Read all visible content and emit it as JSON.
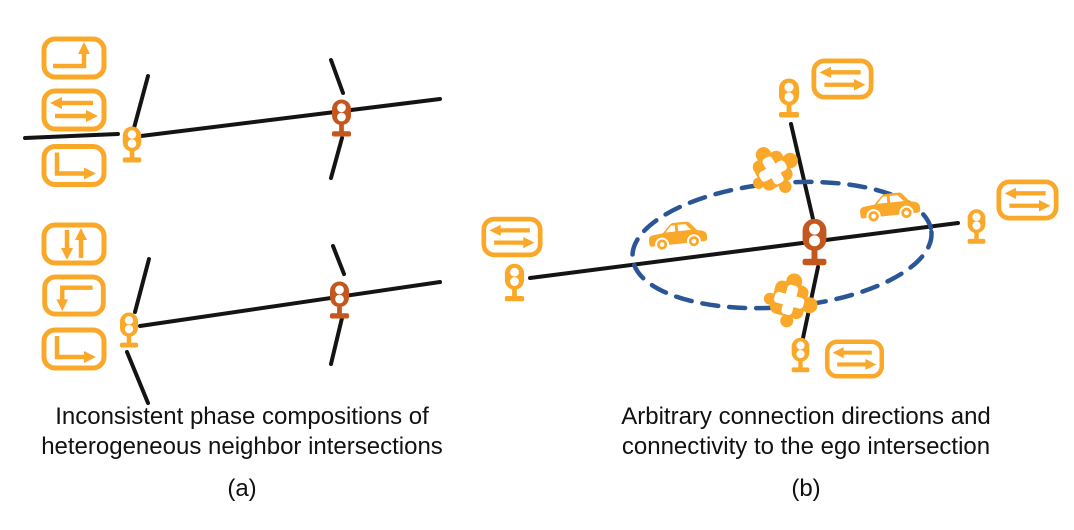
{
  "colors": {
    "accent-yellow": "#F9A82A",
    "ego-orange": "#C4571E",
    "ellipse-blue": "#2A5695",
    "road-black": "#141414",
    "text-color": "#111111",
    "bg": "#FFFFFF"
  },
  "panel_a": {
    "caption": [
      "Inconsistent phase compositions of",
      "heterogeneous neighbor intersections"
    ],
    "label": "(a)",
    "top_intersection_phases": [
      "right-then-up-arrow",
      "left-right-double-arrow",
      "down-then-right-arrow"
    ],
    "bottom_intersection_phases": [
      "up-down-double-arrow",
      "left-then-down-arrow",
      "down-then-right-arrow"
    ]
  },
  "panel_b": {
    "caption": [
      "Arbitrary connection directions and",
      "connectivity to the ego intersection"
    ],
    "label": "(b)",
    "connection_arrows": [
      "left-right-double-arrow",
      "left-right-double-arrow",
      "left-right-double-arrow",
      "left-right-double-arrow"
    ]
  },
  "icons": [
    "traffic-light",
    "ego-traffic-light",
    "phase-box",
    "double-arrow-box",
    "car",
    "puzzle-piece",
    "dashed-ellipse",
    "road"
  ]
}
